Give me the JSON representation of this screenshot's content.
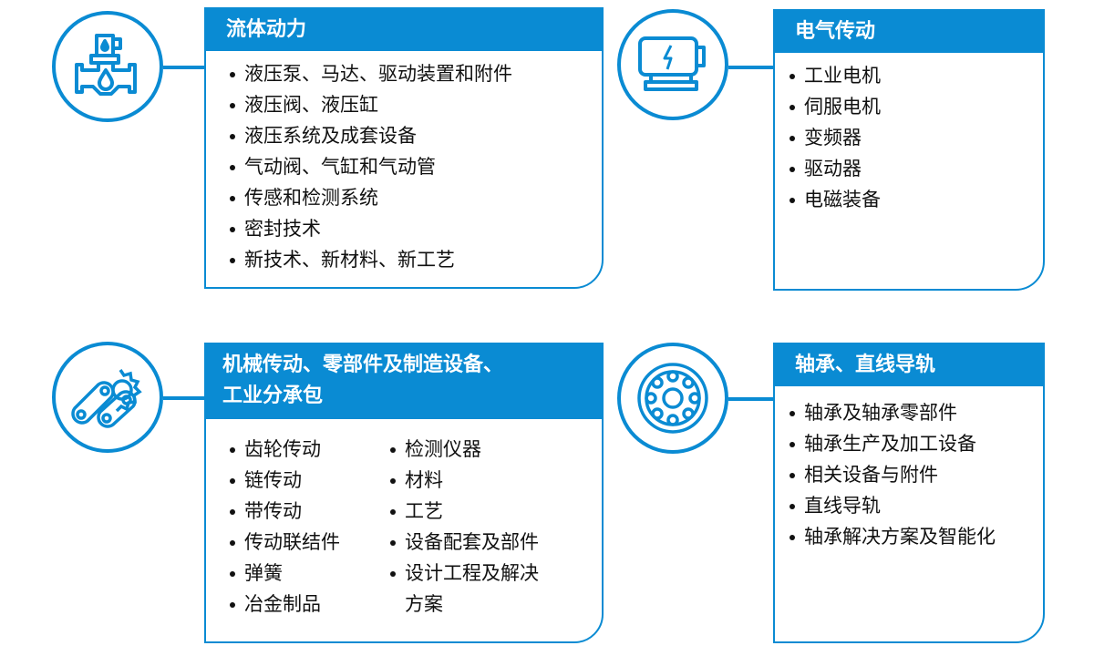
{
  "colors": {
    "accent": "#0a8bd3"
  },
  "cards": [
    {
      "icon": "valve-icon",
      "title": "流体动力",
      "items": [
        "液压泵、马达、驱动装置和附件",
        "液压阀、液压缸",
        "液压系统及成套设备",
        "气动阀、气缸和气动管",
        "传感和检测系统",
        "密封技术",
        "新技术、新材料、新工艺"
      ]
    },
    {
      "icon": "electric-motor-icon",
      "title": "电气传动",
      "items": [
        "工业电机",
        "伺服电机",
        "变频器",
        "驱动器",
        "电磁装备"
      ]
    },
    {
      "icon": "chain-gear-icon",
      "title_lines": [
        "机械传动、零部件及制造设备、",
        "工业分承包"
      ],
      "col1": [
        "齿轮传动",
        "链传动",
        "带传动",
        "传动联结件",
        "弹簧",
        "冶金制品"
      ],
      "col2": [
        "检测仪器",
        "材料",
        "工艺",
        "设备配套及部件",
        "设计工程及解决",
        "方案"
      ]
    },
    {
      "icon": "bearing-icon",
      "title": "轴承、直线导轨",
      "items": [
        "轴承及轴承零部件",
        "轴承生产及加工设备",
        "相关设备与附件",
        "直线导轨",
        "轴承解决方案及智能化"
      ]
    }
  ]
}
